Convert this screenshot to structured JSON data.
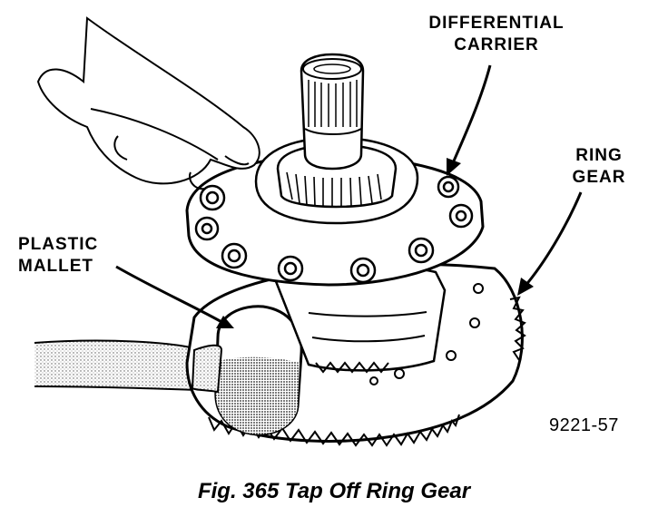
{
  "labels": {
    "differential_carrier": [
      "DIFFERENTIAL",
      "CARRIER"
    ],
    "ring_gear": [
      "RING",
      "GEAR"
    ],
    "plastic_mallet": [
      "PLASTIC",
      "MALLET"
    ]
  },
  "figure_code": "9221-57",
  "caption": "Fig. 365 Tap Off Ring Gear"
}
